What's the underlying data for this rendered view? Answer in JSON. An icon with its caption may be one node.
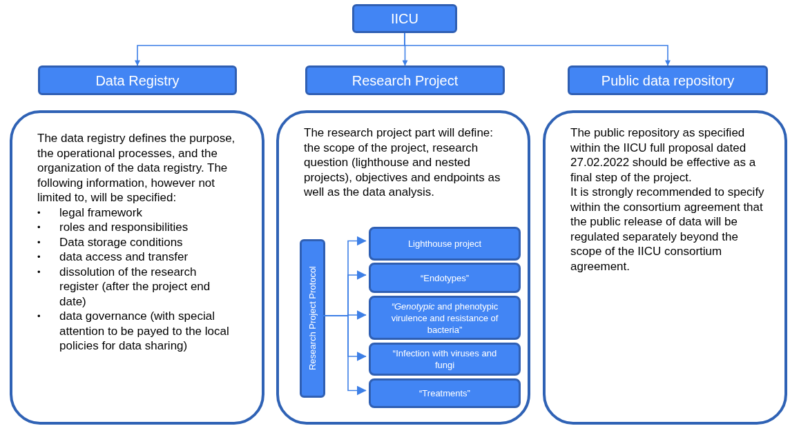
{
  "diagram": {
    "nodes": [
      {
        "text": [
          "IICU"
        ]
      },
      {
        "text": [
          "Data Registry"
        ]
      },
      {
        "text": [
          "Research Project"
        ]
      },
      {
        "text": [
          "Public data repository"
        ]
      },
      {
        "text": [
          "The data registry defines the purpose, the operational processes, and the organization of the data registry. The following information, however not limited to, will be specified:",
          "•",
          "legal framework",
          "•",
          "roles and responsibilities",
          "•",
          "Data storage conditions",
          "•",
          "data access and transfer",
          "•",
          "dissolution of the research register (after the project end date)",
          "•",
          "data governance (with special attention to be payed to the local policies for data sharing)"
        ]
      },
      {
        "text": [
          "The research project part will define: the scope of the project, research question (lighthouse and nested projects), objectives and endpoints as well as the data analysis."
        ]
      },
      {
        "text": [
          "Research Project Protocol"
        ],
        "in": 5
      },
      {
        "text": [
          "Lighthouse project"
        ],
        "in": 5
      },
      {
        "text": [
          "“Endotypes”"
        ],
        "in": 5
      },
      {
        "text": [
          "*“Genotypic* and phenotypic virulence and resistance of bacteria”"
        ],
        "in": 5
      },
      {
        "text": [
          "“Infection with viruses and fungi"
        ],
        "in": 5
      },
      {
        "text": [
          "“Treatments”"
        ],
        "in": 5
      },
      {
        "text": [
          "The public repository as specified within the IICU full proposal dated 27.02.2022 should be effective as a final step of the project.",
          "It is strongly recommended to specify within the consortium agreement that the public release of data will be regulated separately beyond the scope of the IICU consortium agreement."
        ]
      }
    ],
    "edges": [
      {
        "from": 0,
        "to": 1,
        "arrow": "to"
      },
      {
        "from": 0,
        "to": 2,
        "arrow": "to"
      },
      {
        "from": 0,
        "to": 3,
        "arrow": "to"
      },
      {
        "from": 6,
        "to": 7,
        "arrow": "to"
      },
      {
        "from": 6,
        "to": 8,
        "arrow": "to"
      },
      {
        "from": 6,
        "to": 9,
        "arrow": "to"
      },
      {
        "from": 6,
        "to": 10,
        "arrow": "to"
      },
      {
        "from": 6,
        "to": 11,
        "arrow": "to"
      }
    ]
  }
}
